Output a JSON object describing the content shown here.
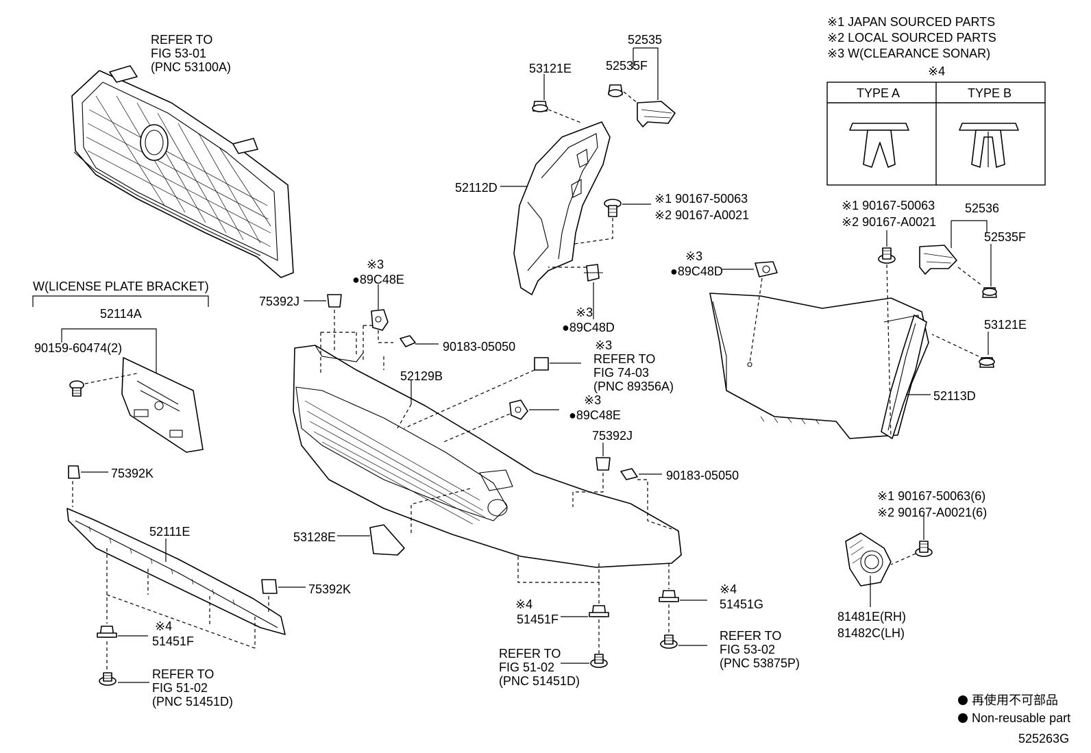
{
  "diagram_code": "525263G",
  "notes": {
    "n1": "※1 JAPAN SOURCED PARTS",
    "n2": "※2 LOCAL SOURCED PARTS",
    "n3": "※3 W(CLEARANCE SONAR)",
    "n4": "※4"
  },
  "clip_table": {
    "type_a": "TYPE A",
    "type_b": "TYPE B"
  },
  "group_license": "W(LICENSE PLATE BRACKET)",
  "legend": {
    "jp": "再使用不可部品",
    "en": "Non-reusable part"
  },
  "mark3": "※3",
  "mark4": "※4",
  "labels": {
    "refer_grille_1": "REFER TO",
    "refer_grille_2": "FIG 53-01",
    "refer_grille_3": "(PNC 53100A)",
    "p52535": "52535",
    "p52535F_top": "52535F",
    "p53121E_top": "53121E",
    "p52112D": "52112D",
    "p1_90167_top": "※1 90167-50063",
    "p2_90167_top": "※2 90167-A0021",
    "p89C48D_mid": "●89C48D",
    "p89C48E_top": "●89C48E",
    "p75392J_left": "75392J",
    "p52114A": "52114A",
    "p90159": "90159-60474(2)",
    "p90183_left": "90183-05050",
    "p52129B": "52129B",
    "refer_sonar_1": "REFER TO",
    "refer_sonar_2": "FIG 74-03",
    "refer_sonar_3": "(PNC 89356A)",
    "p89C48E_mid": "●89C48E",
    "p75392J_right": "75392J",
    "p90183_right": "90183-05050",
    "p75392K_top": "75392K",
    "p52111E": "52111E",
    "p53128E": "53128E",
    "p75392K_mid": "75392K",
    "p51451F_left": "51451F",
    "refer_5102_left_1": "REFER TO",
    "refer_5102_left_2": "FIG 51-02",
    "refer_5102_left_3": "(PNC 51451D)",
    "p51451F_mid": "51451F",
    "refer_5102_mid_1": "REFER TO",
    "refer_5102_mid_2": "FIG 51-02",
    "refer_5102_mid_3": "(PNC 51451D)",
    "p51451G": "51451G",
    "refer_5302_1": "REFER TO",
    "refer_5302_2": "FIG 53-02",
    "refer_5302_3": "(PNC 53875P)",
    "p1_90167_right": "※1 90167-50063",
    "p2_90167_right": "※2 90167-A0021",
    "p52536": "52536",
    "p52535F_right": "52535F",
    "p89C48D_right": "●89C48D",
    "p53121E_right": "53121E",
    "p52113D": "52113D",
    "p1_90167_fog": "※1 90167-50063(6)",
    "p2_90167_fog": "※2 90167-A0021(6)",
    "p81481E": "81481E(RH)",
    "p81482C": "81482C(LH)"
  }
}
